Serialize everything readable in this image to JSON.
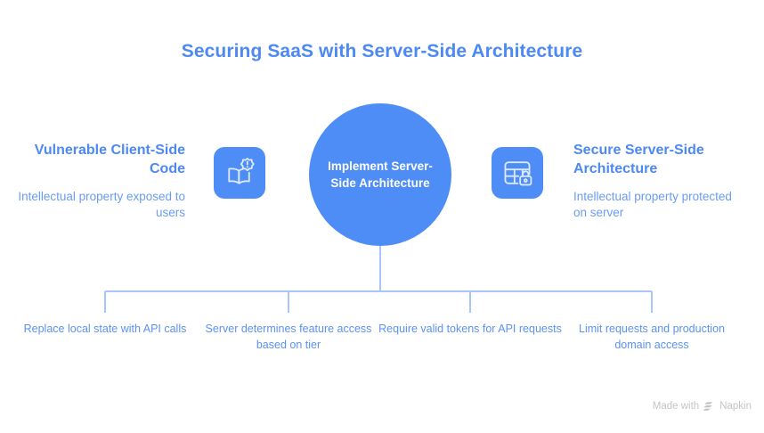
{
  "title": "Securing SaaS with Server-Side Architecture",
  "colors": {
    "brand_blue": "#4d8df5",
    "title_blue": "#4d89f3",
    "heading_blue": "#4d89f3",
    "subtitle_blue": "#6a9cf4",
    "branch_blue": "#5b92f4",
    "connector_blue": "#a8c6fa",
    "circle_text": "#ffffff",
    "watermark_gray": "#c4c4c4",
    "background": "#ffffff"
  },
  "center": {
    "label": "Implement Server-Side Architecture"
  },
  "sides": [
    {
      "id": "left",
      "icon": "book-alert-icon",
      "heading": "Vulnerable Client-Side Code",
      "subtitle": "Intellectual property exposed to users"
    },
    {
      "id": "right",
      "icon": "table-lock-icon",
      "heading": "Secure Server-Side Architecture",
      "subtitle": "Intellectual property protected on server"
    }
  ],
  "branches": [
    {
      "label": "Replace local state with API calls"
    },
    {
      "label": "Server determines feature access based on tier"
    },
    {
      "label": "Require valid tokens for API requests"
    },
    {
      "label": "Limit requests and production domain access"
    }
  ],
  "watermark": {
    "prefix": "Made with",
    "brand": "Napkin",
    "logo_icon": "napkin-chevrons-icon"
  }
}
